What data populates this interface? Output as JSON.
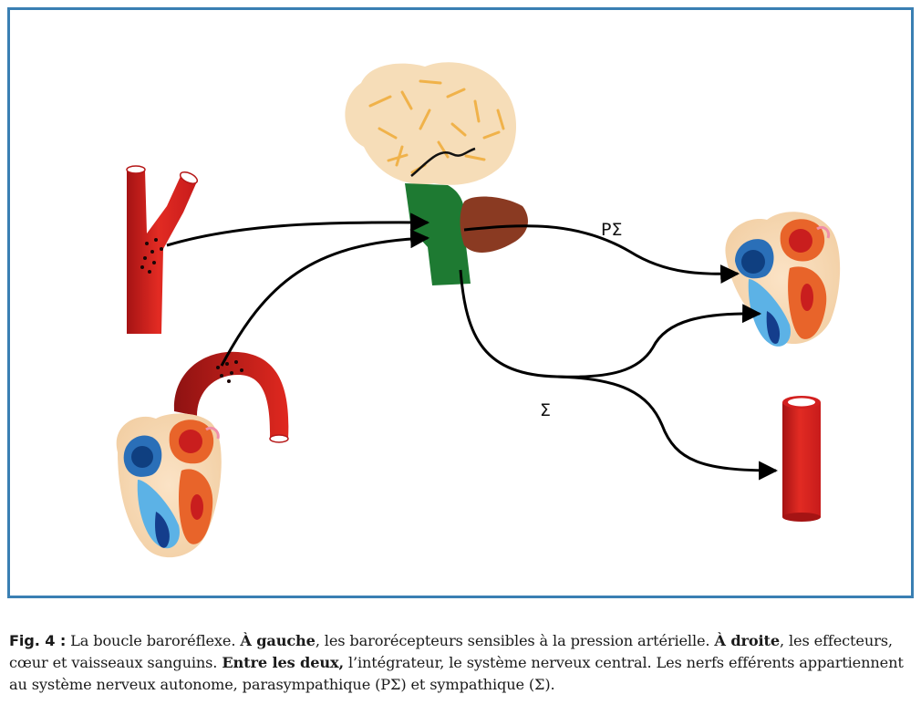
{
  "diagram": {
    "labels": {
      "parasympathetic": "PΣ",
      "sympathetic": "Σ"
    },
    "colors": {
      "border": "#3a7fb3",
      "artery_red": "#d3201f",
      "brainstem_green": "#1e7a32",
      "ganglion_brown": "#8a3a22",
      "brain_skin": "#f6ddb8",
      "brain_folds": "#f0b24a",
      "heart_blue": "#2a6fb8",
      "heart_orange": "#e8642a"
    }
  },
  "caption": {
    "fig_label": "Fig. 4 :",
    "seg1": " La boucle baroréflexe. ",
    "bold1": "À gauche",
    "seg2": ", les barorécepteurs sensibles à la pression artérielle. ",
    "bold2": "À droite",
    "seg3": ", les effecteurs, cœur et vaisseaux sanguins. ",
    "bold3": "Entre les deux,",
    "seg4": " l’intégrateur, le système nerveux central. Les nerfs efférents appartiennent au système nerveux autonome, parasympathique (PΣ) et sympathique (Σ)."
  }
}
